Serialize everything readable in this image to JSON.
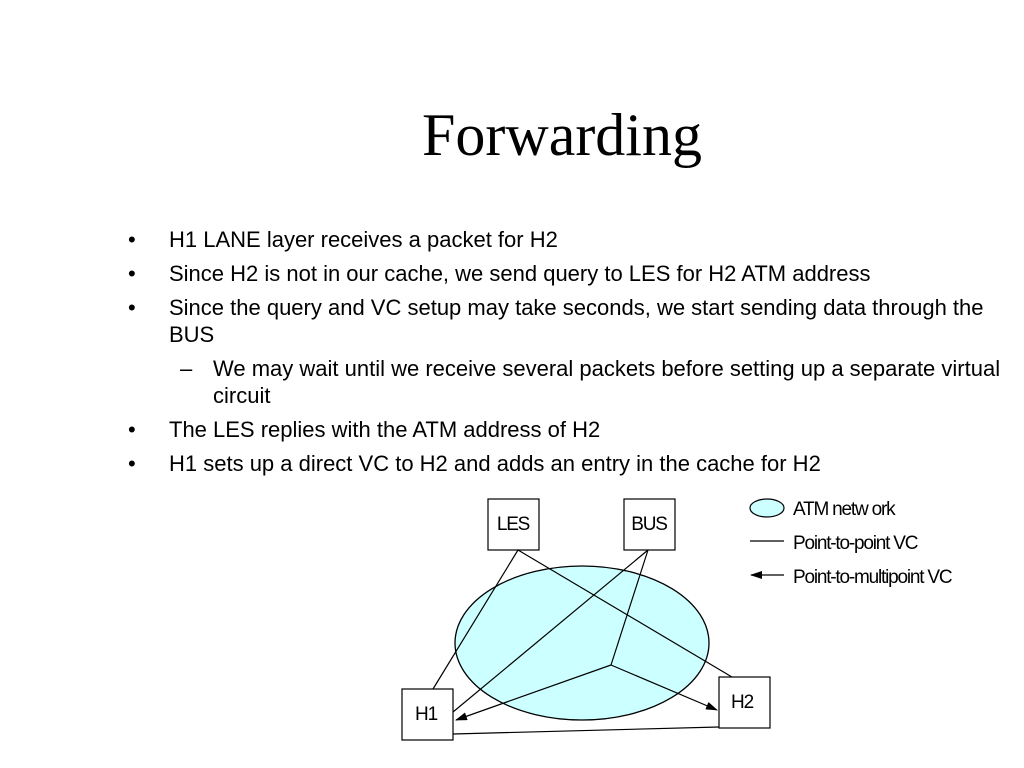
{
  "slide": {
    "title": "Forwarding",
    "bullet_mark": "•",
    "sub_mark": "–",
    "bullets": [
      {
        "text": "H1 LANE layer receives a packet for H2",
        "level": 1
      },
      {
        "text": "Since H2 is not in our cache, we send query to LES for H2 ATM address",
        "level": 1
      },
      {
        "text": "Since the query and VC setup may take seconds, we start sending data through the BUS",
        "level": 1
      },
      {
        "text": "We may wait until we receive several packets before setting up a separate virtual circuit",
        "level": 2
      },
      {
        "text": "The LES replies with the ATM address of H2",
        "level": 1
      },
      {
        "text": "H1 sets up a direct VC to H2 and adds an entry in the cache for H2",
        "level": 1
      }
    ]
  },
  "diagram": {
    "nodes": {
      "les": "LES",
      "bus": "BUS",
      "h1": "H1",
      "h2": "H2"
    },
    "legend": {
      "atm_network": "ATM netw ork",
      "point_to_point": "Point-to-point VC",
      "point_to_multipoint": "Point-to-multipoint VC"
    },
    "colors": {
      "atm_network_fill": "#ccffff",
      "stroke": "#000000"
    }
  }
}
